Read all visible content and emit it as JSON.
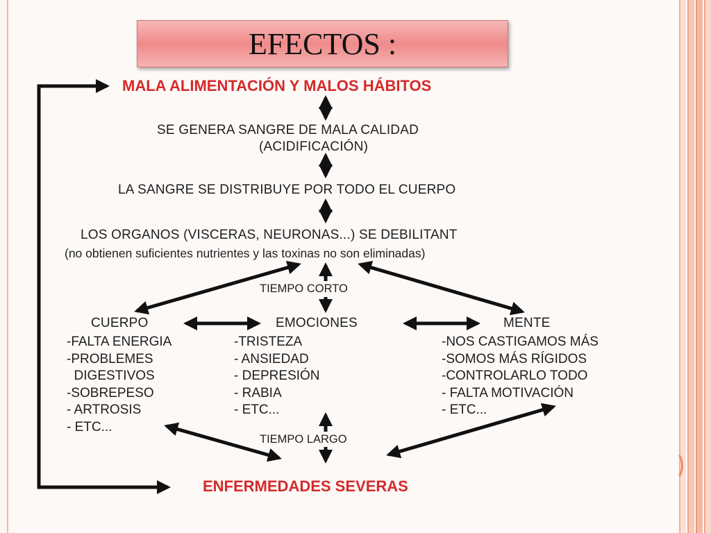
{
  "title": "EFECTOS :",
  "diagram": {
    "top": "MALA ALIMENTACIÓN Y MALOS HÁBITOS",
    "step1_line1": "SE GENERA SANGRE DE MALA CALIDAD",
    "step1_line2": "(ACIDIFICACIÓN)",
    "step2": "LA SANGRE SE DISTRIBUYE POR TODO EL CUERPO",
    "step3_line1": "LOS ORGANOS (VISCERAS, NEURONAS...) SE DEBILITANT",
    "step3_line2": "(no obtienen suficientes nutrientes y las toxinas no son eliminadas)",
    "short_time": "TIEMPO CORTO",
    "long_time": "TIEMPO LARGO",
    "bottom": "ENFERMEDADES SEVERAS",
    "columns": [
      {
        "heading": "CUERPO",
        "items": [
          "-FALTA ENERGIA",
          "-PROBLEMES",
          "  DIGESTIVOS",
          "-SOBREPESO",
          "- ARTROSIS",
          "- ETC..."
        ]
      },
      {
        "heading": "EMOCIONES",
        "items": [
          "-TRISTEZA",
          "- ANSIEDAD",
          "- DEPRESIÓN",
          "- RABIA",
          "- ETC..."
        ]
      },
      {
        "heading": "MENTE",
        "items": [
          "-NOS CASTIGAMOS MÁS",
          "-SOMOS MÁS RÍGIDOS",
          "-CONTROLARLO TODO",
          "- FALTA MOTIVACIÓN",
          "- ETC..."
        ]
      }
    ]
  },
  "colors": {
    "accent_red": "#d42a2a",
    "title_box": "#ef8a8a",
    "frame": "#f0b7a4"
  }
}
